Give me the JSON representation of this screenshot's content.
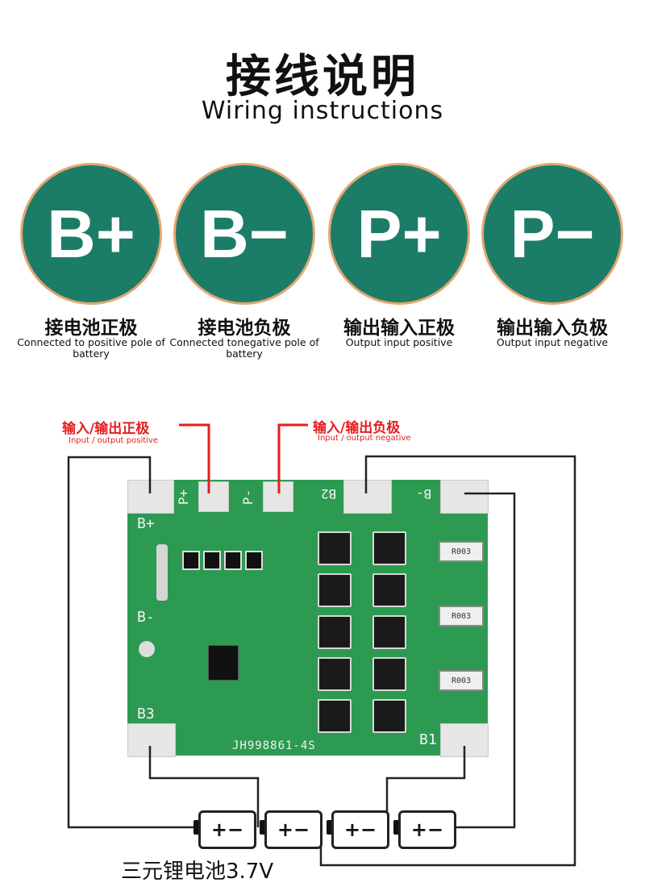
{
  "header": {
    "title_cn": "接线说明",
    "title_en": "Wiring instructions"
  },
  "terminals": [
    {
      "symbol": "B+",
      "label_cn": "接电池正极",
      "label_en": "Connected to positive pole of battery"
    },
    {
      "symbol": "B−",
      "label_cn": "接电池负极",
      "label_en": "Connected tonegative pole of battery"
    },
    {
      "symbol": "P+",
      "label_cn": "输出输入正极",
      "label_en": "Output input positive"
    },
    {
      "symbol": "P−",
      "label_cn": "输出输入负极",
      "label_en": "Output input negative"
    }
  ],
  "diagram": {
    "positive_cn": "输入/输出正极",
    "positive_en": "Input / output positive",
    "negative_cn": "输入/输出负极",
    "negative_en": "Input / output negative"
  },
  "pcb": {
    "model": "JH998861-4S",
    "bplus": "B+",
    "bminus": "B-",
    "b1": "B1",
    "b2": "B2",
    "b3": "B3",
    "pplus": "P+",
    "pminus": "P-",
    "resistor_label": "R003"
  },
  "battery": {
    "cell_symbol": "+−",
    "label": "三元锂电池3.7V"
  },
  "colors": {
    "circle_fill": "#1b7d67",
    "circle_ring": "#e3a672",
    "pcb_green": "#2d9a52",
    "annotation_red": "#e41e1e"
  }
}
